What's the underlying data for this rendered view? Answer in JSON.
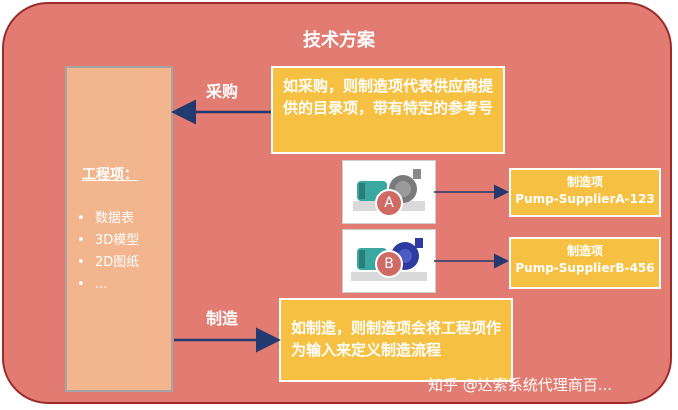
{
  "title": "技术方案",
  "engineering_item": {
    "title": "工程项：",
    "items": [
      "数据表",
      "3D模型",
      "2D图纸",
      "..."
    ]
  },
  "procure": {
    "label": "采购",
    "note": "如采购，则制造项代表供应商提供的目录项，带有特定的参考号"
  },
  "manufacture": {
    "label": "制造",
    "note": "如制造，则制造项会将工程项作为输入来定义制造流程"
  },
  "pumps": [
    {
      "badge": "A",
      "line1": "制造项",
      "line2": "Pump-SupplierA-123"
    },
    {
      "badge": "B",
      "line1": "制造项",
      "line2": "Pump-SupplierB-456"
    }
  ],
  "watermark": "知乎 @达索系统代理商百...",
  "colors": {
    "frame": "#e27b72",
    "note": "#f6c142",
    "engineering_box": "#f2b58e",
    "arrow": "#233a6e"
  }
}
